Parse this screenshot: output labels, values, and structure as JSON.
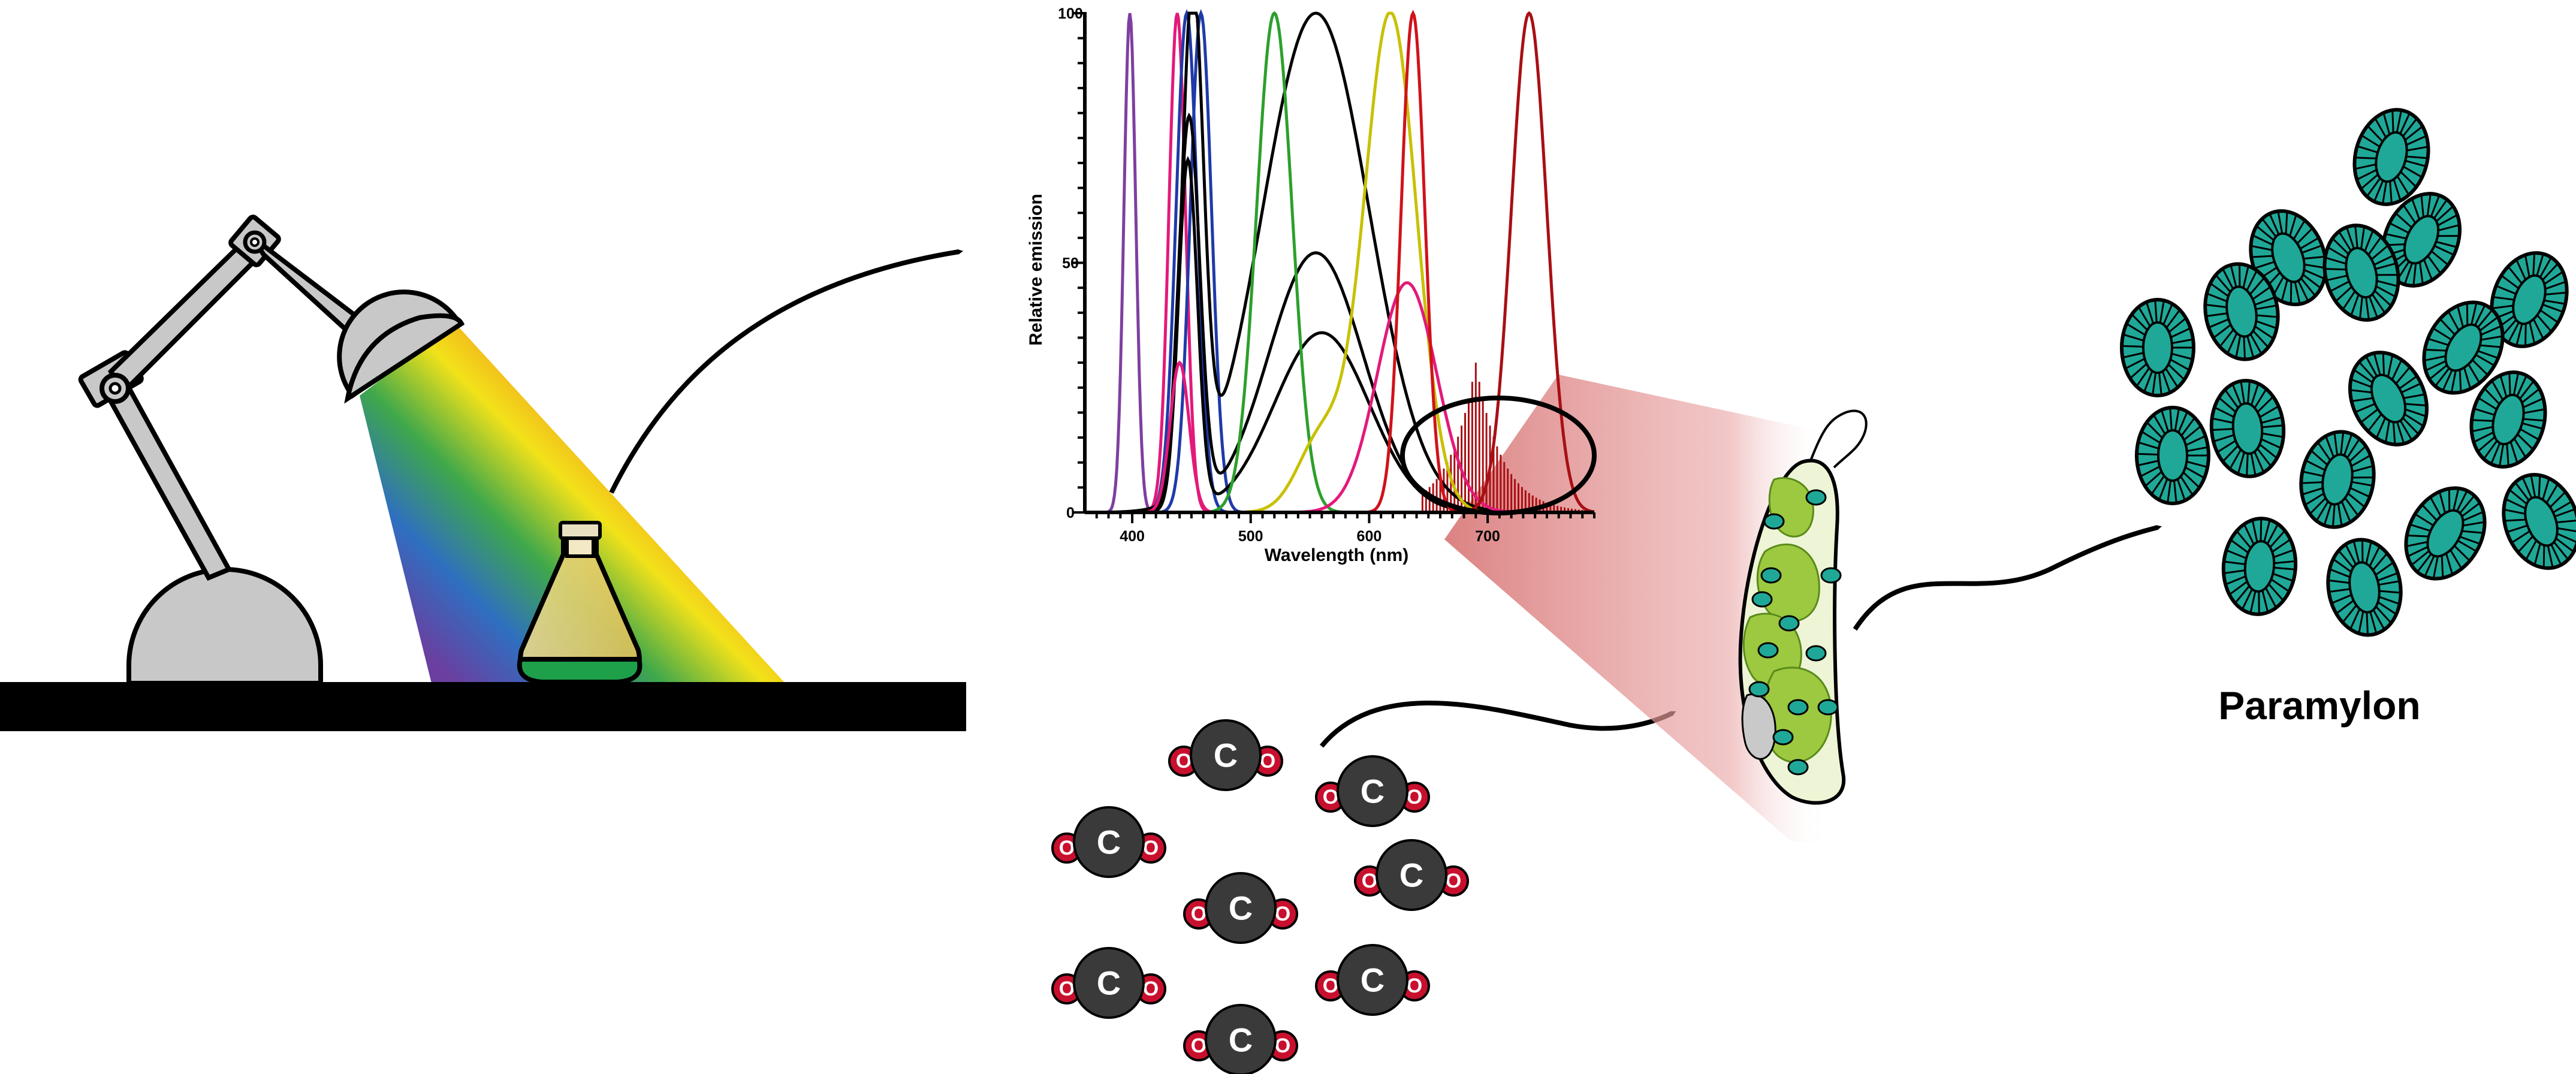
{
  "chart_data": {
    "type": "line",
    "xlabel": "Wavelength (nm)",
    "ylabel": "Relative emission",
    "xlim": [
      360,
      790
    ],
    "ylim": [
      0,
      100
    ],
    "xticks": [
      400,
      500,
      600,
      700
    ],
    "yticks": [
      0,
      50,
      100
    ],
    "series": [
      {
        "color": "#7e3fa0",
        "peaks": [
          {
            "x": 398,
            "y": 100,
            "w": 5
          }
        ]
      },
      {
        "color": "#e3197a",
        "peaks": [
          {
            "x": 438,
            "y": 100,
            "w": 7
          }
        ]
      },
      {
        "color": "#1f3aa8",
        "peaks": [
          {
            "x": 446,
            "y": 100,
            "w": 9
          }
        ]
      },
      {
        "color": "#1f3aa8",
        "peaks": [
          {
            "x": 458,
            "y": 100,
            "w": 9
          }
        ]
      },
      {
        "color": "#000000",
        "peaks": [
          {
            "x": 451,
            "y": 100,
            "w": 9
          },
          {
            "x": 555,
            "y": 100,
            "w": 45
          }
        ]
      },
      {
        "color": "#000000",
        "peaks": [
          {
            "x": 448,
            "y": 78,
            "w": 9
          },
          {
            "x": 555,
            "y": 52,
            "w": 40
          }
        ]
      },
      {
        "color": "#000000",
        "peaks": [
          {
            "x": 447,
            "y": 70,
            "w": 8
          },
          {
            "x": 560,
            "y": 36,
            "w": 40
          }
        ]
      },
      {
        "color": "#2ca02c",
        "peaks": [
          {
            "x": 520,
            "y": 100,
            "w": 15
          }
        ]
      },
      {
        "color": "#c8c000",
        "peaks": [
          {
            "x": 618,
            "y": 100,
            "w": 22
          },
          {
            "x": 560,
            "y": 15,
            "w": 20
          }
        ]
      },
      {
        "color": "#e3197a",
        "peaks": [
          {
            "x": 632,
            "y": 46,
            "w": 25
          },
          {
            "x": 440,
            "y": 30,
            "w": 8
          }
        ]
      },
      {
        "color": "#d0121b",
        "peaks": [
          {
            "x": 637,
            "y": 100,
            "w": 10
          }
        ]
      },
      {
        "color": "#a80f14",
        "peaks": [
          {
            "x": 735,
            "y": 100,
            "w": 15
          }
        ]
      }
    ],
    "highlight": {
      "color": "#a80f14",
      "peak_x": 690,
      "peak_y": 30,
      "range": [
        645,
        785
      ]
    }
  },
  "co2_molecules": {
    "center": "C",
    "side": "O",
    "count": 8
  },
  "product": {
    "label": "Paramylon"
  },
  "colors": {
    "lamp_gray": "#c8c8c8",
    "table": "#000000",
    "molecule_carbon": "#3a3a3a",
    "molecule_oxygen": "#c8102e",
    "paramylon": "#1fa898",
    "cell_green": "#9cc93f",
    "beam": "#d97a7a"
  },
  "icons": [
    "desk-lamp-icon",
    "flask-icon",
    "euglena-cell-icon",
    "co2-molecule-icon",
    "paramylon-granule-icon"
  ]
}
